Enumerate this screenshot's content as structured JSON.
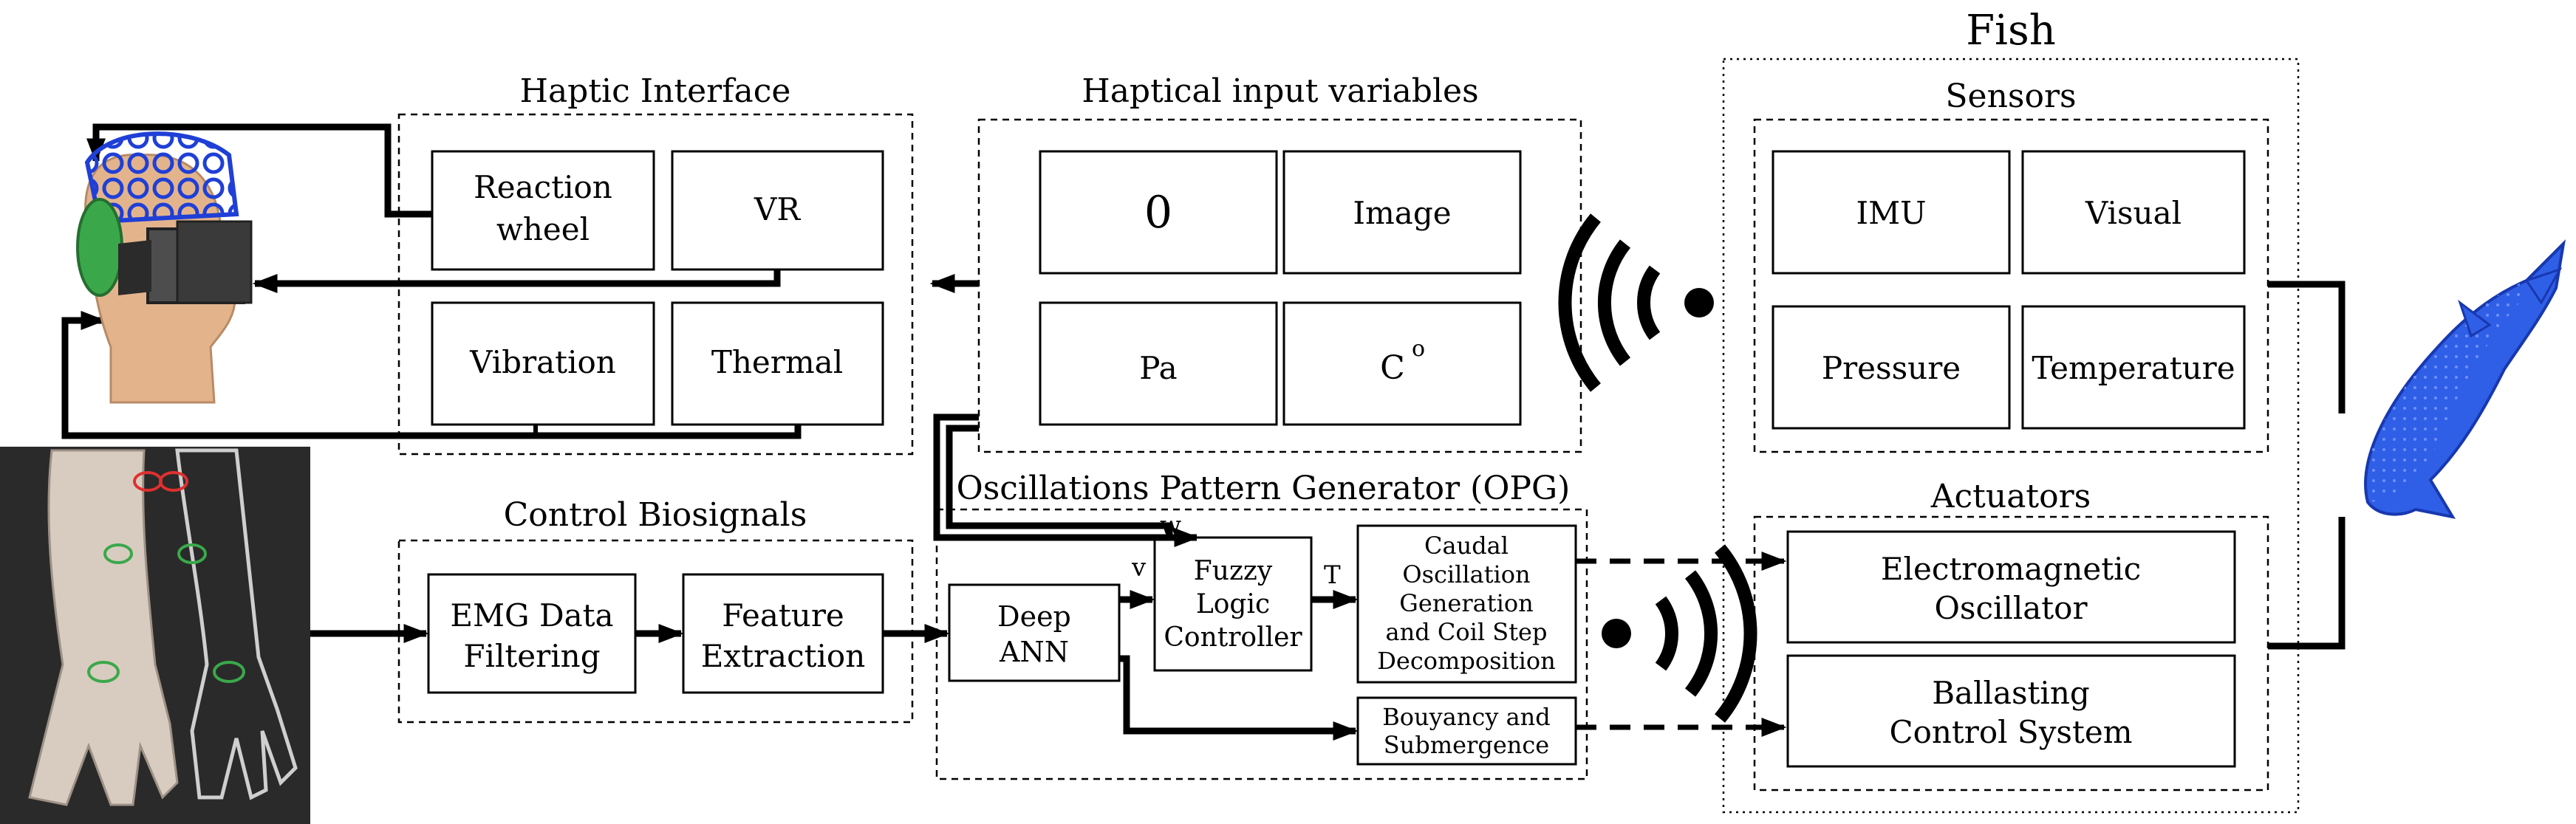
{
  "groups": {
    "haptic_interface": "Haptic Interface",
    "haptical_input_variables": "Haptical input variables",
    "control_biosignals": "Control Biosignals",
    "opg": "Oscillations Pattern Generator (OPG)",
    "fish": "Fish",
    "sensors": "Sensors",
    "actuators": "Actuators"
  },
  "haptic": {
    "reaction_wheel": [
      "Reaction",
      "wheel"
    ],
    "vr": "VR",
    "vibration": "Vibration",
    "thermal": "Thermal"
  },
  "inputs": {
    "theta": "0",
    "image": "Image",
    "pa": "Pa",
    "celsius": "C",
    "celsius_sup": "o"
  },
  "biosignals": {
    "emg": [
      "EMG Data",
      "Filtering"
    ],
    "feature": [
      "Feature",
      "Extraction"
    ]
  },
  "opg": {
    "deep_ann": [
      "Deep",
      "ANN"
    ],
    "fuzzy": [
      "Fuzzy",
      "Logic",
      "Controller"
    ],
    "caudal": [
      "Caudal",
      "Oscillation",
      "Generation",
      "and Coil Step",
      "Decomposition"
    ],
    "buoyancy": [
      "Bouyancy and",
      "Submergence"
    ],
    "label_w": "w",
    "label_v": "v",
    "label_t": "T"
  },
  "sensors": {
    "imu": "IMU",
    "visual": "Visual",
    "pressure": "Pressure",
    "temperature": "Temperature"
  },
  "actuators": {
    "electromagnetic": [
      "Electromagnetic",
      "Oscillator"
    ],
    "ballasting": [
      "Ballasting",
      "Control System"
    ]
  },
  "icons": {
    "head": "vr-headset-head-icon",
    "arm": "arm-emg-electrodes-icon",
    "fish": "robotic-fish-icon",
    "wifi_top": "wireless-signal-icon",
    "wifi_bottom": "wireless-signal-icon"
  },
  "colors": {
    "headset_blue": "#1f3fd6",
    "skin": "#e3b48c",
    "electrode_green": "#3aa84a",
    "fish_blue": "#2f5fe6"
  }
}
